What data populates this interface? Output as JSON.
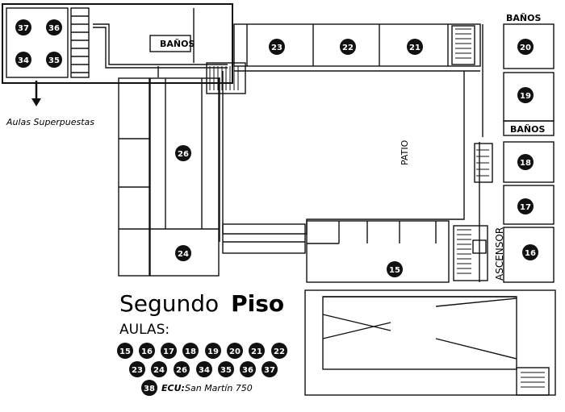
{
  "map": {
    "title_prefix": "Segundo",
    "title_bold": "Piso",
    "aulas_heading": "AULAS:",
    "superpuestas_label": "Aulas Superpuestas",
    "patio_label": "PATIO",
    "ascensor_label": "ASCENSOR",
    "banos_labels": [
      "BAÑOS",
      "BAÑOS",
      "BAÑOS"
    ],
    "ecu_label": "ECU:",
    "ecu_address": "San Martín 750",
    "room_numbers": {
      "r37": "37",
      "r36": "36",
      "r34": "34",
      "r35": "35",
      "r23": "23",
      "r22": "22",
      "r21": "21",
      "r20": "20",
      "r19": "19",
      "r18": "18",
      "r17": "17",
      "r16": "16",
      "r26": "26",
      "r24": "24",
      "r15": "15"
    },
    "legend_row1": [
      "15",
      "16",
      "17",
      "18",
      "19",
      "20",
      "21",
      "22"
    ],
    "legend_row2": [
      "23",
      "24",
      "26",
      "34",
      "35",
      "36",
      "37"
    ],
    "legend_ecu_number": "38",
    "colors": {
      "wall": "#111111",
      "badge": "#111111",
      "background": "#ffffff"
    }
  }
}
